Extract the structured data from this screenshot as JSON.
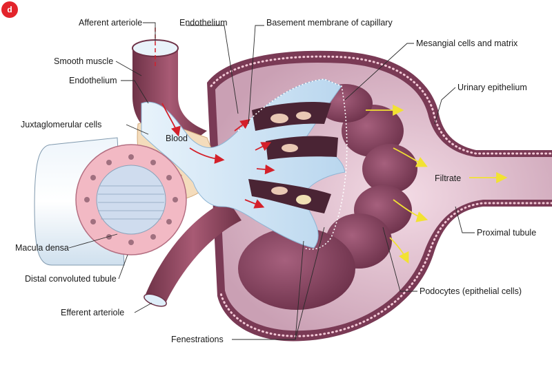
{
  "panel_letter": "d",
  "labels": {
    "afferent_arteriole": "Afferent arteriole",
    "endothelium_top": "Endothelium",
    "basement_membrane": "Basement membrane of capillary",
    "mesangial": "Mesangial cells and matrix",
    "smooth_muscle": "Smooth muscle",
    "endothelium_left": "Endothelium",
    "urinary_epithelium": "Urinary epithelium",
    "juxtaglomerular": "Juxtaglomerular cells",
    "blood": "Blood",
    "filtrate": "Filtrate",
    "proximal_tubule": "Proximal tubule",
    "macula_densa": "Macula densa",
    "distal_tubule": "Distal convoluted tubule",
    "podocytes": "Podocytes (epithelial cells)",
    "efferent_arteriole": "Efferent arteriole",
    "fenestrations": "Fenestrations"
  },
  "colors": {
    "badge": "#e3242b",
    "capsule": "#7a3a55",
    "capsule_inner": "#d9a9bd",
    "podocyte": "#8a4a66",
    "blood_flow": "#cfe4f4",
    "vessel": "#8d4a60",
    "tubule_pink": "#f2b9c4",
    "arrow_blood": "#d4202a",
    "arrow_filtrate": "#f2e232"
  }
}
